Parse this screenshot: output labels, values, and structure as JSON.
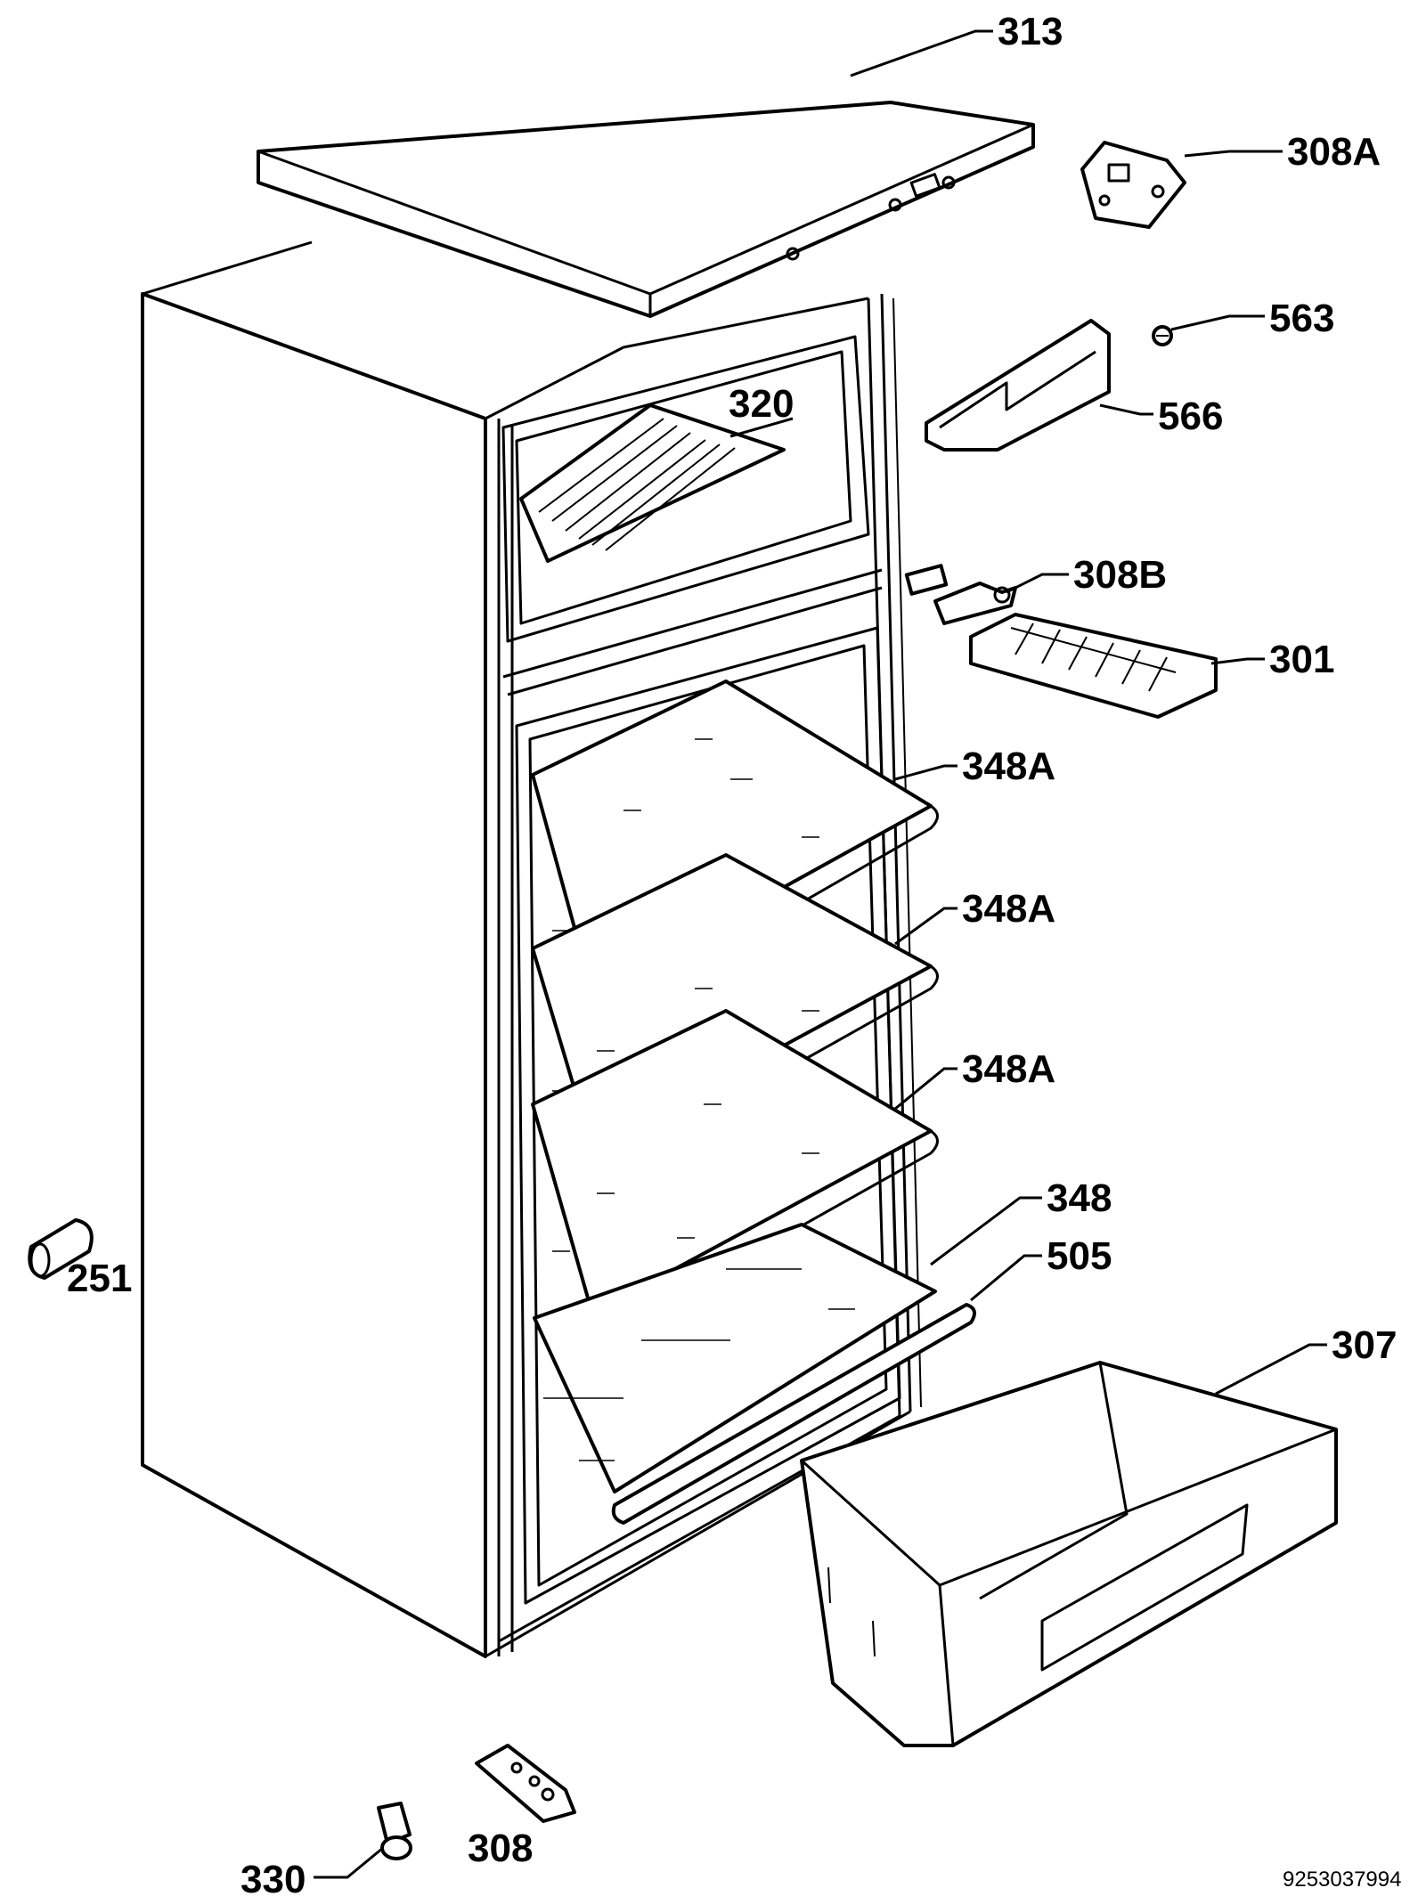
{
  "callouts": {
    "c313": "313",
    "c308A": "308A",
    "c563": "563",
    "c566": "566",
    "c320": "320",
    "c308B": "308B",
    "c301": "301",
    "c348A_1": "348A",
    "c348A_2": "348A",
    "c348A_3": "348A",
    "c348": "348",
    "c505": "505",
    "c307": "307",
    "c251": "251",
    "c308": "308",
    "c330": "330"
  },
  "document_number": "9253037994"
}
